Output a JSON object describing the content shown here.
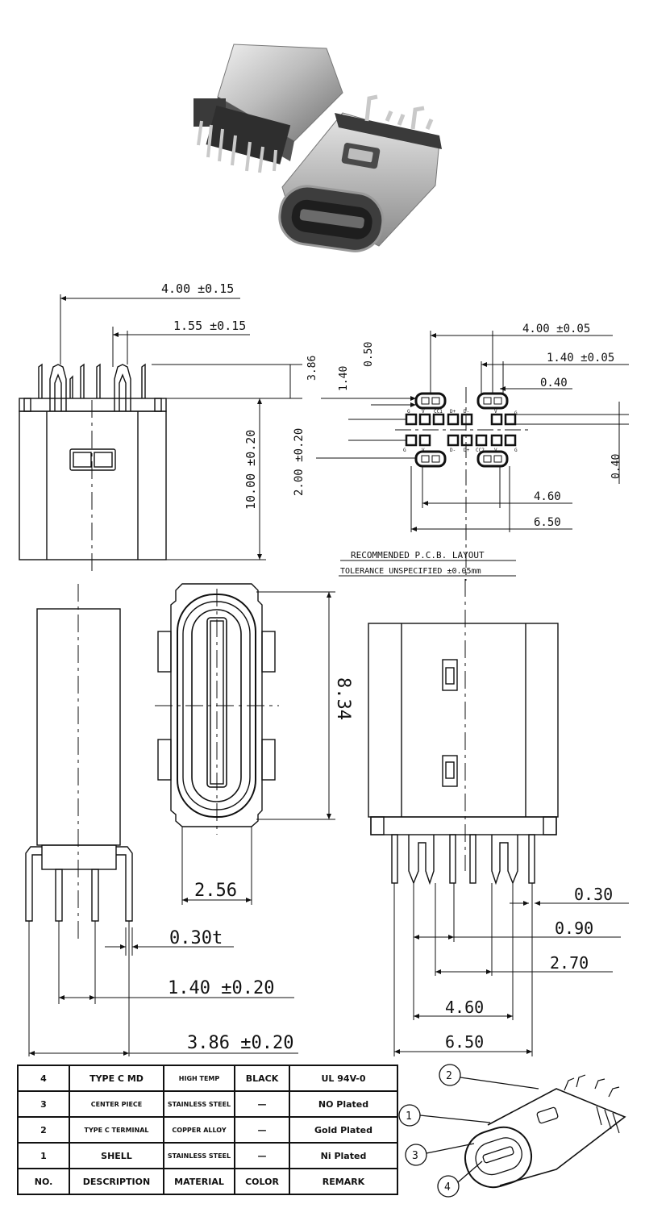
{
  "drawing": {
    "front_view": {
      "width_dim": "4.00 ±0.15",
      "pin_pitch_dim": "1.55 ±0.15",
      "height_dim": "10.00 ±0.20"
    },
    "pcb_layout": {
      "title": "RECOMMENDED  P.C.B. LAYOUT",
      "tolerance": "TOLERANCE UNSPECIFIED  ±0.05mm",
      "dims": {
        "d400": "4.00 ±0.05",
        "d140": "1.40 ±0.05",
        "d040a": "0.40",
        "d386": "3.86",
        "d140v": "1.40",
        "d050": "0.50",
        "d200": "2.00 ±0.20",
        "d040b": "0.40",
        "d460": "4.60",
        "d650": "6.50"
      },
      "pad_labels_top": [
        "G",
        "V",
        "CC1",
        "D+",
        "D-",
        "V",
        "G"
      ],
      "pad_labels_bottom": [
        "G",
        "V",
        "D-",
        "D+",
        "CC2",
        "V",
        "G"
      ]
    },
    "side_view": {
      "thickness": "0.30t",
      "pitch": "1.40 ±0.20",
      "depth": "3.86 ±0.20"
    },
    "opening_view": {
      "height": "8.34",
      "width": "2.56"
    },
    "back_view": {
      "d030": "0.30",
      "d090": "0.90",
      "d270": "2.70",
      "d460": "4.60",
      "d650": "6.50"
    },
    "callouts": [
      "1",
      "2",
      "3",
      "4"
    ]
  },
  "bom": {
    "rows": [
      [
        "4",
        "TYPE C MD",
        "HIGH TEMP",
        "BLACK",
        "UL 94V-0"
      ],
      [
        "3",
        "CENTER PIECE",
        "STAINLESS STEEL",
        "—",
        "NO Plated"
      ],
      [
        "2",
        "TYPE C TERMINAL",
        "COPPER ALLOY",
        "—",
        "Gold Plated"
      ],
      [
        "1",
        "SHELL",
        "STAINLESS STEEL",
        "—",
        "Ni Plated"
      ]
    ],
    "header": [
      "NO.",
      "DESCRIPTION",
      "MATERIAL",
      "COLOR",
      "REMARK"
    ]
  }
}
